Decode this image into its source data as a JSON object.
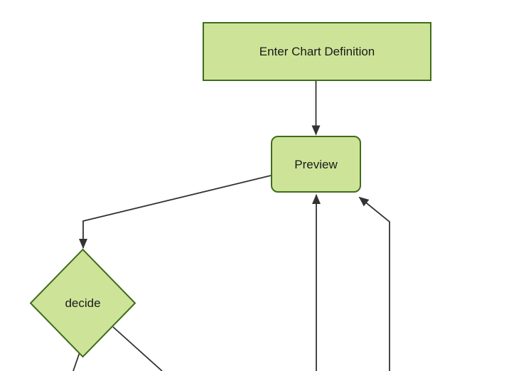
{
  "diagram": {
    "type": "flowchart",
    "direction": "top-down",
    "colors": {
      "background": "#ffffff",
      "node_fill": "#cde498",
      "node_border": "#3f6c1c",
      "edge": "#333333",
      "text": "#1a1a1a"
    },
    "nodes": [
      {
        "id": "enter-chart-definition",
        "label": "Enter Chart Definition",
        "shape": "rectangle"
      },
      {
        "id": "preview",
        "label": "Preview",
        "shape": "rounded-rectangle"
      },
      {
        "id": "decide",
        "label": "decide",
        "shape": "diamond"
      }
    ],
    "edges": [
      {
        "from": "enter-chart-definition",
        "to": "preview",
        "arrow": true
      },
      {
        "from": "preview",
        "to": "decide",
        "arrow": true
      },
      {
        "from": "offscreen-bottom",
        "to": "preview",
        "arrow": true
      },
      {
        "from": "offscreen-bottom",
        "to": "preview",
        "arrow": true
      },
      {
        "from": "decide",
        "to": "offscreen-bottom-left",
        "arrow": false
      },
      {
        "from": "decide",
        "to": "offscreen-bottom-right",
        "arrow": false
      }
    ]
  }
}
